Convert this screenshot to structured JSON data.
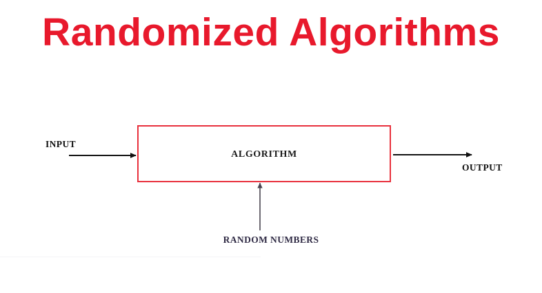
{
  "slide": {
    "title": "Randomized Algorithms",
    "background_color": "#ffffff",
    "title_color": "#e8192c"
  },
  "diagram": {
    "type": "block-flow",
    "box": {
      "label": "ALGORITHM",
      "border_color": "#e8303c",
      "fill_color": "#ffffff",
      "text_color": "#1a1a1a"
    },
    "labels": {
      "input": "INPUT",
      "output": "OUTPUT",
      "random": "RANDOM NUMBERS"
    },
    "label_colors": {
      "input": "#111111",
      "output": "#111111",
      "random": "#2f2a44"
    },
    "arrows": [
      {
        "name": "input-arrow",
        "direction": "right",
        "color": "#111111"
      },
      {
        "name": "output-arrow",
        "direction": "right",
        "color": "#111111"
      },
      {
        "name": "random-numbers-arrow",
        "direction": "up",
        "color": "#4a4450"
      }
    ]
  }
}
